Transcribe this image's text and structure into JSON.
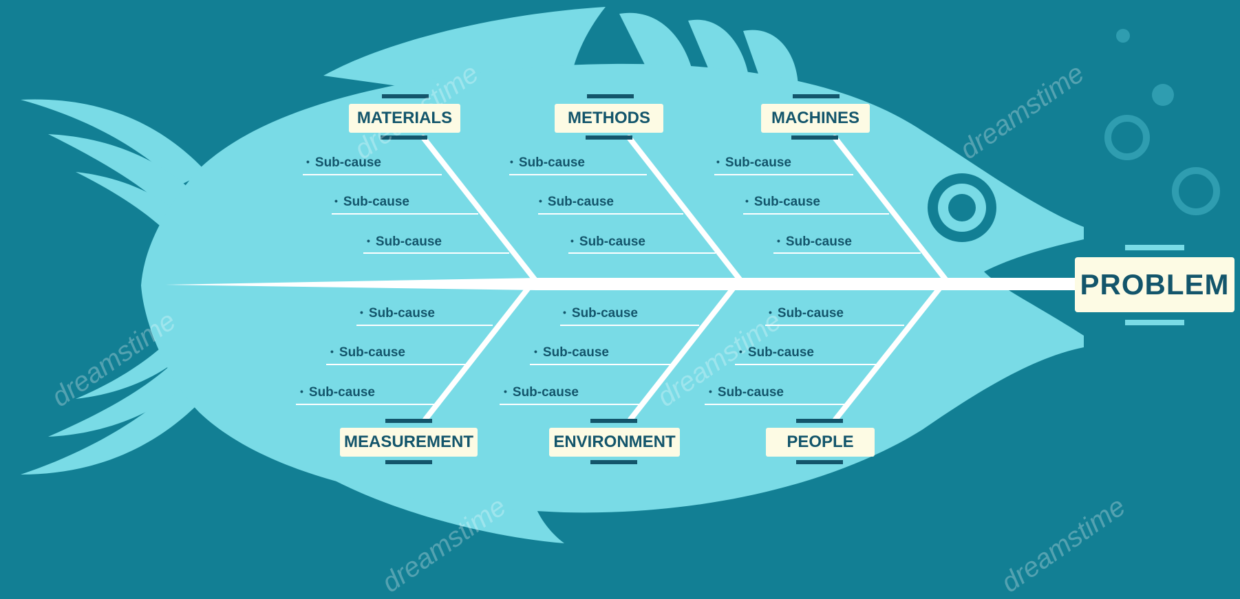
{
  "diagram": {
    "type": "fishbone",
    "problem": "PROBLEM",
    "sub_cause_label": "Sub-cause",
    "categories": [
      {
        "label": "MATERIALS"
      },
      {
        "label": "METHODS"
      },
      {
        "label": "MACHINES"
      },
      {
        "label": "MEASUREMENT"
      },
      {
        "label": "ENVIRONMENT"
      },
      {
        "label": "PEOPLE"
      }
    ]
  },
  "watermark": "dreamstime",
  "colors": {
    "background": "#127f94",
    "fish_body": "#79dbe6",
    "bones": "#ffffff",
    "label_fill": "#fdfbe4",
    "label_text": "#13556b"
  },
  "icons": [
    "fish-eye-icon",
    "watermark-spiral-icon"
  ]
}
